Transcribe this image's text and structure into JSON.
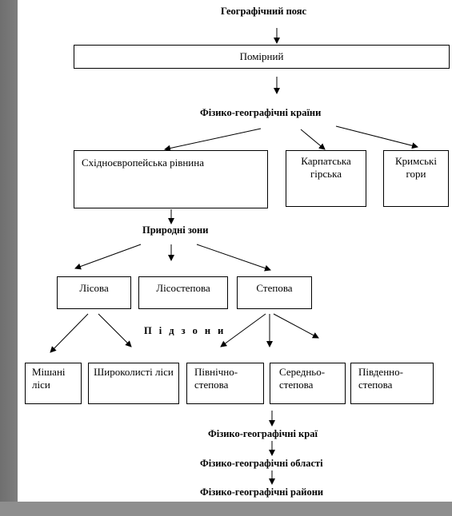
{
  "title": "Географічний пояс",
  "belt": "Помірний",
  "countries_heading": "Фізико-географічні країни",
  "countries": [
    "Східноєвропейська рівнина",
    "Карпатська гірська",
    "Кримські гори"
  ],
  "zones_heading": "Природні зони",
  "zones": [
    "Лісова",
    "Лісостепова",
    "Степова"
  ],
  "subzones_heading": "Підзони",
  "subzones": [
    "Мішані ліси",
    "Широколисті ліси",
    "Північно-степова",
    "Середньо-степова",
    "Південно-степова"
  ],
  "regions_heading": "Фізико-географічні краї",
  "areas_heading": "Фізико-географічні області",
  "districts_heading": "Фізико-географічні райони"
}
